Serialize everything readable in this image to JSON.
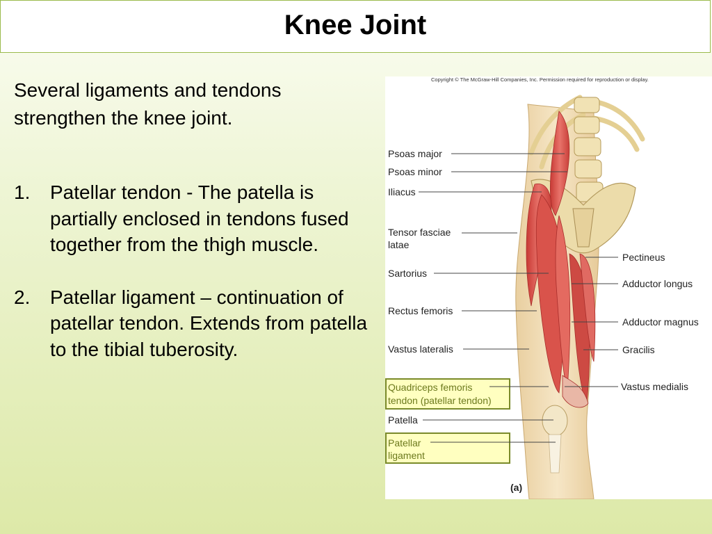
{
  "title": "Knee Joint",
  "intro": "Several ligaments and tendons strengthen the knee joint.",
  "points": [
    {
      "num": "1.",
      "text": "Patellar tendon - The patella is partially enclosed in tendons fused together from the thigh muscle."
    },
    {
      "num": "2.",
      "text": "Patellar ligament – continuation of patellar tendon.  Extends from patella to the tibial tuberosity."
    }
  ],
  "figure": {
    "copyright": "Copyright © The McGraw-Hill Companies, Inc. Permission required for reproduction or display.",
    "panel_label": "(a)",
    "labels_left": {
      "psoas_major": "Psoas major",
      "psoas_minor": "Psoas minor",
      "iliacus": "Iliacus",
      "tensor_1": "Tensor fasciae",
      "tensor_2": "latae",
      "sartorius": "Sartorius",
      "rectus_femoris": "Rectus femoris",
      "vastus_lateralis": "Vastus lateralis",
      "quadriceps_1": "Quadriceps femoris",
      "quadriceps_2": "tendon (patellar tendon)",
      "patella": "Patella",
      "patellar_lig_1": "Patellar",
      "patellar_lig_2": "ligament"
    },
    "labels_right": {
      "pectineus": "Pectineus",
      "adductor_longus": "Adductor longus",
      "adductor_magnus": "Adductor magnus",
      "gracilis": "Gracilis",
      "vastus_medialis": "Vastus medialis"
    },
    "highlight_color": "#7a8a2a",
    "highlight_fill": "#ffffc0"
  }
}
